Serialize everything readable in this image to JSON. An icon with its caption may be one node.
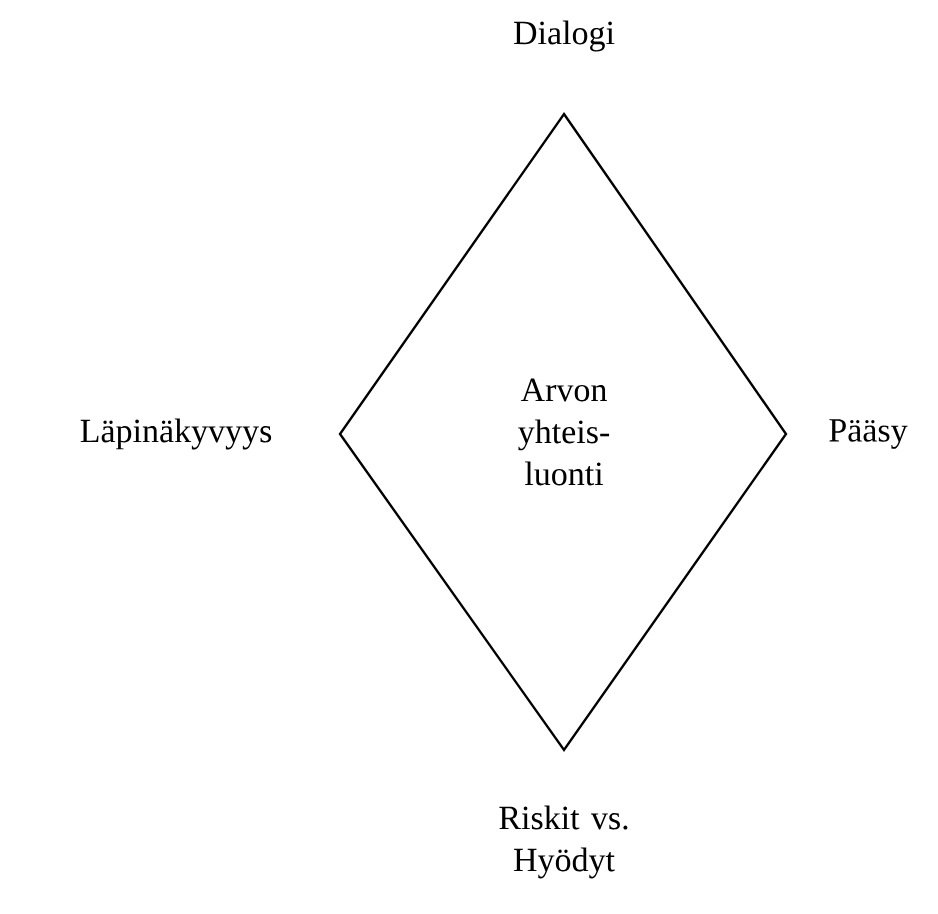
{
  "diagram": {
    "nodes": [
      {
        "text": [
          "Arvon yhteis-luonti"
        ]
      }
    ],
    "labels": [
      "Dialogi",
      "Läpinäkyvyys",
      "Pääsy",
      "Riskit vs. Hyödyt"
    ]
  }
}
